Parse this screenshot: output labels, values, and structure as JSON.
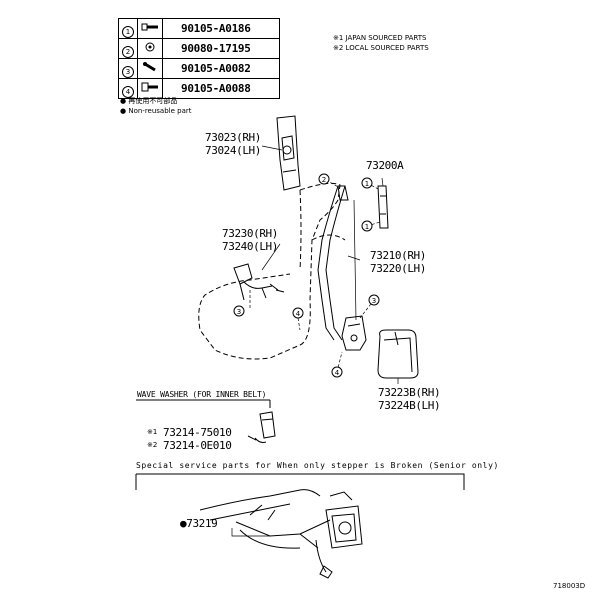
{
  "parts_table": [
    {
      "num": "1",
      "icon": "bolt-icon",
      "part": "90105-A0186"
    },
    {
      "num": "2",
      "icon": "nut-icon",
      "part": "90080-17195"
    },
    {
      "num": "3",
      "icon": "screw-icon",
      "part": "90105-A0082"
    },
    {
      "num": "4",
      "icon": "flange-bolt-icon",
      "part": "90105-A0088"
    }
  ],
  "non_reusable": {
    "jp": "● 再使用不可部品",
    "en": "● Non-reusable part"
  },
  "notes": {
    "japan": "※1  JAPAN SOURCED PARTS",
    "local": "※2  LOCAL SOURCED PARTS"
  },
  "labels": {
    "p73023": "73023(RH)",
    "p73024": "73024(LH)",
    "p73200A": "73200A",
    "p73230": "73230(RH)",
    "p73240": "73240(LH)",
    "p73210": "73210(RH)",
    "p73220": "73220(LH)",
    "p73223B": "73223B(RH)",
    "p73224B": "73224B(LH)",
    "wave_washer": "WAVE WASHER (FOR INNER BELT)",
    "p73214_75010": "73214-75010",
    "p73214_0E010": "73214-0E010",
    "mark1": "※1",
    "mark2": "※2",
    "special": "Special service parts for When only stepper is Broken (Senior only)",
    "p73219": "●73219",
    "diagram_id": "718003D"
  },
  "callouts": [
    "1",
    "2",
    "3",
    "4"
  ]
}
